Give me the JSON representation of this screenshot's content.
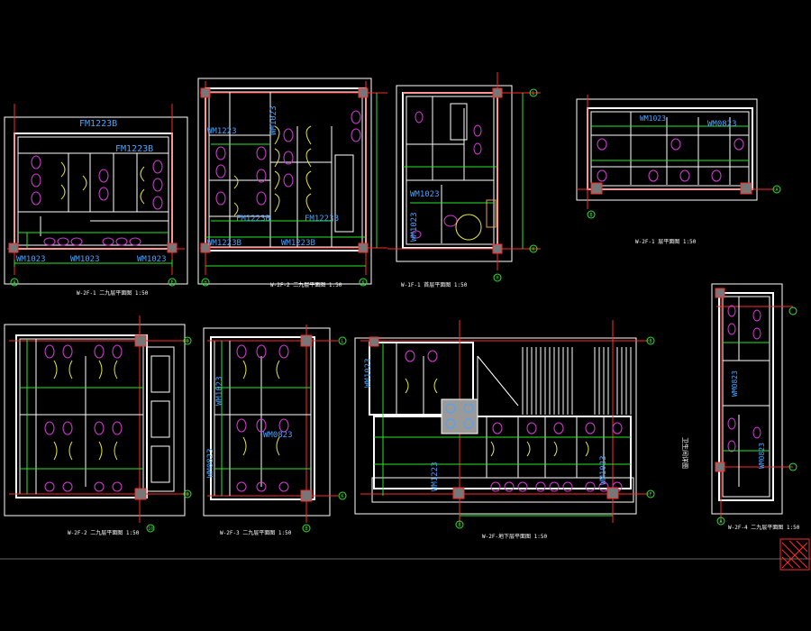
{
  "colors": {
    "background": "#000000",
    "wall": "#ffffff",
    "axis": "#ff2a2a",
    "dimension": "#27e827",
    "fixture": "#d63cd6",
    "partition": "#e6e640",
    "door_text": "#4aa3ff",
    "column": "#777777"
  },
  "plans": [
    {
      "id": "plan-1",
      "texts": {
        "door_top": "FM1223B",
        "door_mid": "FM1223B",
        "door_bl": "WM1023",
        "door_bm": "WM1023",
        "door_br": "WM1023",
        "axis_left": "A",
        "axis_right": "F",
        "caption": "W-2F-1 二九层平面图 1:50"
      }
    },
    {
      "id": "plan-2",
      "texts": {
        "door_a": "WM1023",
        "door_b": "WM1223",
        "door_c": "FM1223B",
        "door_d": "FM1223B",
        "door_e": "WM1223B",
        "door_f": "WM1223B",
        "axis_left": "H",
        "axis_right": "K",
        "caption": "W-2F-2 二九层平面图 1:50"
      }
    },
    {
      "id": "plan-3",
      "texts": {
        "door_a": "WM1023",
        "door_b": "WM1023",
        "axis_tr": "L",
        "axis_br": "K",
        "axis_bottom": "H",
        "caption": "W-1F-1 首层平面图 1:50"
      }
    },
    {
      "id": "plan-4",
      "texts": {
        "door_a": "WM0823",
        "door_b": "WM1023",
        "axis_right": "A",
        "axis_bottom": "B",
        "caption": "W-2F-1 层平面图 1:50"
      }
    },
    {
      "id": "plan-5",
      "texts": {
        "axis_top": "D",
        "axis_bottom": "B",
        "axis_base": "10",
        "caption": "W-2F-2 二九层平面图 1:50"
      }
    },
    {
      "id": "plan-6",
      "texts": {
        "door_a": "WM1023",
        "door_b": "WM0823",
        "door_c": "WM0823",
        "axis_top": "L",
        "axis_bottom": "K",
        "axis_base": "B",
        "caption": "W-2F-3 二九层平面图 1:50"
      }
    },
    {
      "id": "plan-7",
      "texts": {
        "door_a": "WM1023",
        "door_b": "WM1223",
        "door_c": "WM1023",
        "axis_top": "B",
        "axis_bottom": "F",
        "axis_base": "B",
        "caption": "W-2F-地下层平面图 1:50"
      }
    },
    {
      "id": "plan-8",
      "texts": {
        "door_a": "WM0823",
        "door_b": "WM0823",
        "axis_base": "A",
        "caption": "W-2F-4 二九层平面图 1:50"
      }
    }
  ],
  "side_note": "卫生间详图"
}
